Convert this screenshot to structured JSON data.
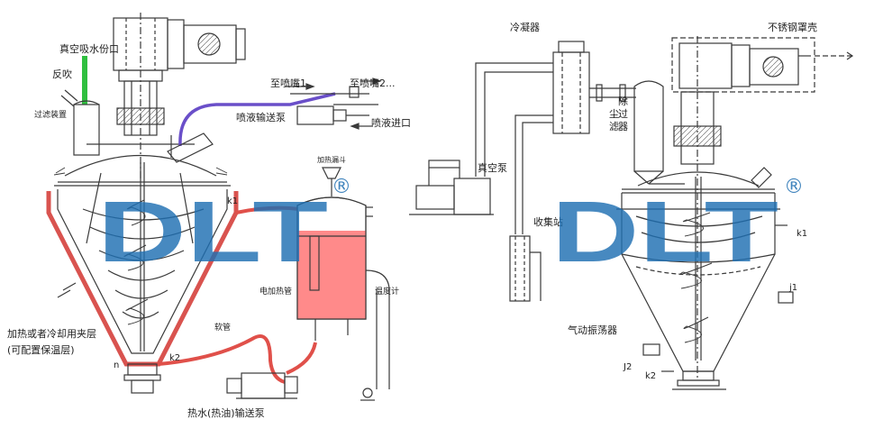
{
  "colors": {
    "line": "#3a3a3a",
    "jacket": "#d9534f",
    "hot_pipe": "#e0504a",
    "tank_fill": "#ff8a8a",
    "vacuum_pipe": "#2fbf3f",
    "spray_pipe": "#6a4fc9",
    "watermark": "#1f6fb2"
  },
  "left_diagram": {
    "labels": {
      "vacuum_port": "真空吸水份口",
      "backflush": "反吹",
      "filter": "过滤装置",
      "to_nozzle_1": "至喷嘴1",
      "to_nozzle_2": "至喷嘴2...",
      "spray_pump": "喷液输送泵",
      "spray_inlet": "喷液进口",
      "k1": "k1",
      "filler": "加热漏斗",
      "heater": "电加热管",
      "thermometer": "温度计",
      "jacket_line1": "加热或者冷却用夹层",
      "jacket_line2": "(可配置保温层)",
      "hose": "软管",
      "k2": "k2",
      "n": "n",
      "hot_water_pump": "热水(热油)输送泵"
    }
  },
  "right_diagram": {
    "labels": {
      "condenser": "冷凝器",
      "vacuum_pump": "真空泵",
      "dust_filter": "除尘过滤器",
      "collector": "收集站",
      "stainless_cover": "不锈钢罩壳",
      "k1": "k1",
      "j1": "j1",
      "vibrator": "气动振荡器",
      "j2": "J2",
      "k2": "k2"
    }
  },
  "watermark": {
    "text": "DLT",
    "mark": "®"
  }
}
